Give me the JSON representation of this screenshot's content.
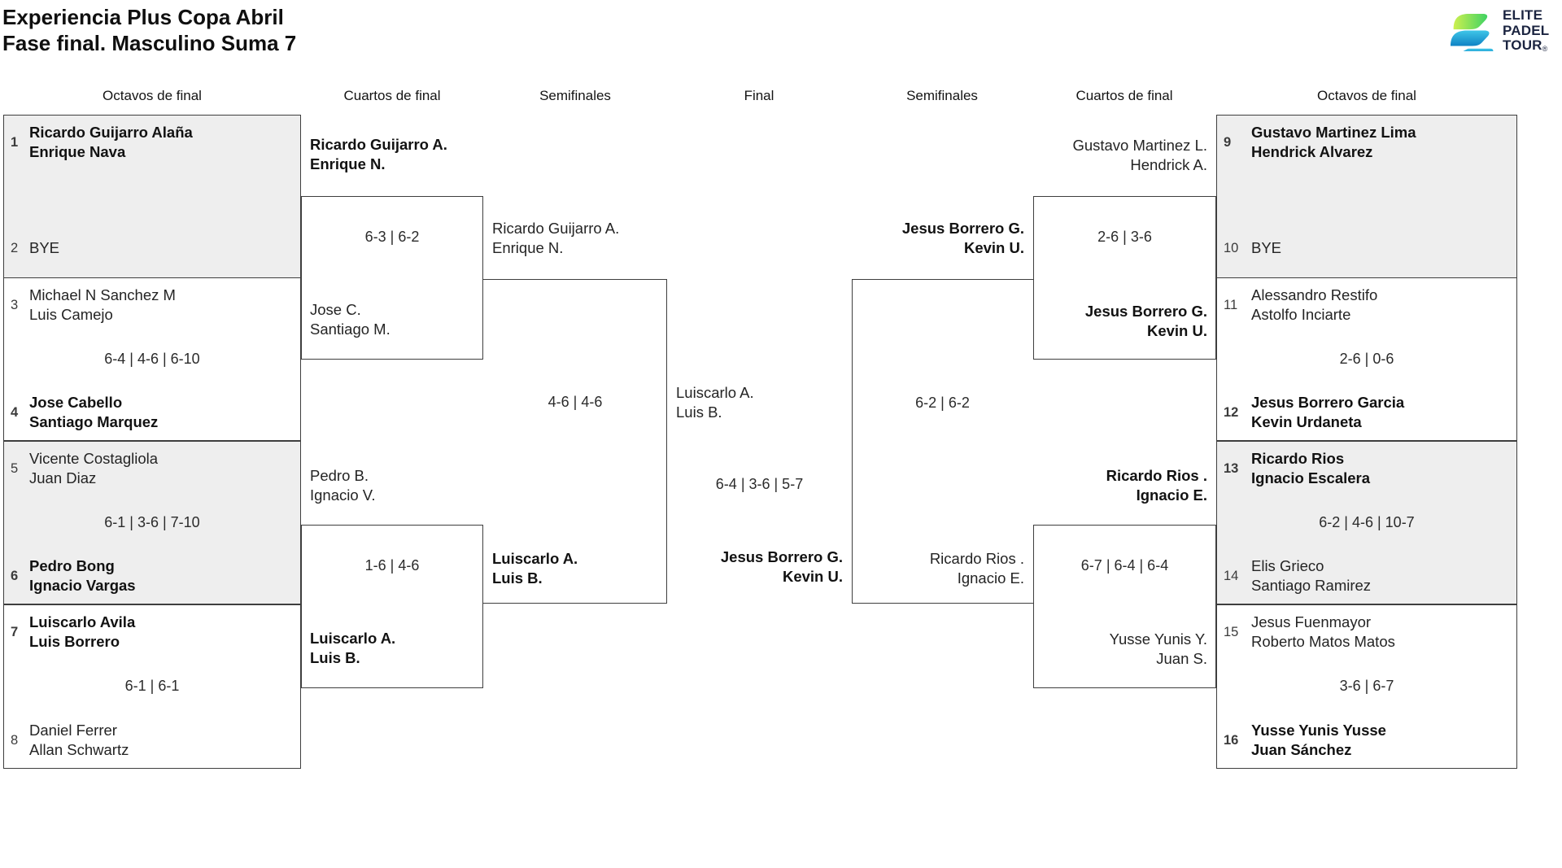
{
  "title": {
    "line1": "Experiencia Plus Copa Abril",
    "line2": "Fase final. Masculino Suma 7"
  },
  "logo": {
    "word1": "ELITE",
    "word2": "PADEL",
    "word3": "TOUR",
    "reg": "®",
    "navy": "#1b2440",
    "green_start": "#cdf04f",
    "green_end": "#3fd263",
    "blue_start": "#3fc6e8",
    "blue_end": "#0e82c4"
  },
  "colors": {
    "border": "#3e3e3e",
    "box_alt_fill": "#eeeeee",
    "text": "#242424"
  },
  "round_headers": {
    "octavos_left": "Octavos de final",
    "cuartos_left": "Cuartos de final",
    "semifinales_left": "Semifinales",
    "final": "Final",
    "semifinales_right": "Semifinales",
    "cuartos_right": "Cuartos de final",
    "octavos_right": "Octavos de final"
  },
  "octavos_left": [
    {
      "seed1": "1",
      "t1": [
        "Ricardo Guijarro Alaña",
        "Enrique Nava"
      ],
      "score": "",
      "seed2": "2",
      "t2": [
        "BYE"
      ],
      "winner": 1
    },
    {
      "seed1": "3",
      "t1": [
        "Michael N Sanchez M",
        "Luis Camejo"
      ],
      "score": "6-4 | 4-6 | 6-10",
      "seed2": "4",
      "t2": [
        "Jose Cabello",
        "Santiago Marquez"
      ],
      "winner": 2
    },
    {
      "seed1": "5",
      "t1": [
        "Vicente Costagliola",
        "Juan Diaz"
      ],
      "score": "6-1 | 3-6 | 7-10",
      "seed2": "6",
      "t2": [
        "Pedro Bong",
        "Ignacio Vargas"
      ],
      "winner": 2
    },
    {
      "seed1": "7",
      "t1": [
        "Luiscarlo Avila",
        "Luis Borrero"
      ],
      "score": "6-1 | 6-1",
      "seed2": "8",
      "t2": [
        "Daniel Ferrer",
        "Allan Schwartz"
      ],
      "winner": 1
    }
  ],
  "octavos_right": [
    {
      "seed1": "9",
      "t1": [
        "Gustavo Martinez Lima",
        "Hendrick Alvarez"
      ],
      "score": "",
      "seed2": "10",
      "t2": [
        "BYE"
      ],
      "winner": 1
    },
    {
      "seed1": "11",
      "t1": [
        "Alessandro Restifo",
        "Astolfo Inciarte"
      ],
      "score": "2-6 | 0-6",
      "seed2": "12",
      "t2": [
        "Jesus Borrero Garcia",
        "Kevin Urdaneta"
      ],
      "winner": 2
    },
    {
      "seed1": "13",
      "t1": [
        "Ricardo Rios",
        "Ignacio Escalera"
      ],
      "score": "6-2 | 4-6 | 10-7",
      "seed2": "14",
      "t2": [
        "Elis Grieco",
        "Santiago Ramirez"
      ],
      "winner": 1
    },
    {
      "seed1": "15",
      "t1": [
        "Jesus Fuenmayor",
        "Roberto Matos Matos"
      ],
      "score": "3-6 | 6-7",
      "seed2": "16",
      "t2": [
        "Yusse Yunis Yusse",
        "Juan Sánchez"
      ],
      "winner": 2
    }
  ],
  "cuartos_left": [
    {
      "t1": [
        "Ricardo Guijarro A.",
        "Enrique N."
      ],
      "score": "6-3 | 6-2",
      "t2": [
        "Jose C.",
        "Santiago M."
      ],
      "winner": 1
    },
    {
      "t1": [
        "Pedro B.",
        "Ignacio V."
      ],
      "score": "1-6 | 4-6",
      "t2": [
        "Luiscarlo A.",
        "Luis B."
      ],
      "winner": 2
    }
  ],
  "cuartos_right": [
    {
      "t1": [
        "Gustavo Martinez L.",
        "Hendrick A."
      ],
      "score": "2-6 | 3-6",
      "t2": [
        "Jesus Borrero G.",
        "Kevin U."
      ],
      "winner": 2
    },
    {
      "t1": [
        "Ricardo Rios .",
        "Ignacio E."
      ],
      "score": "6-7 | 6-4 | 6-4",
      "t2": [
        "Yusse Yunis Y.",
        "Juan S."
      ],
      "winner": 1
    }
  ],
  "semifinal_left": {
    "t1": [
      "Ricardo Guijarro A.",
      "Enrique N."
    ],
    "score": "4-6 | 4-6",
    "t2": [
      "Luiscarlo A.",
      "Luis B."
    ],
    "winner": 2
  },
  "semifinal_right": {
    "t1": [
      "Jesus Borrero G.",
      "Kevin U."
    ],
    "score": "6-2 | 6-2",
    "t2": [
      "Ricardo Rios .",
      "Ignacio E."
    ],
    "winner": 1
  },
  "final": {
    "t1": [
      "Luiscarlo A.",
      "Luis B."
    ],
    "score": "6-4 | 3-6 | 5-7",
    "t2": [
      "Jesus Borrero G.",
      "Kevin U."
    ],
    "winner": 2
  }
}
